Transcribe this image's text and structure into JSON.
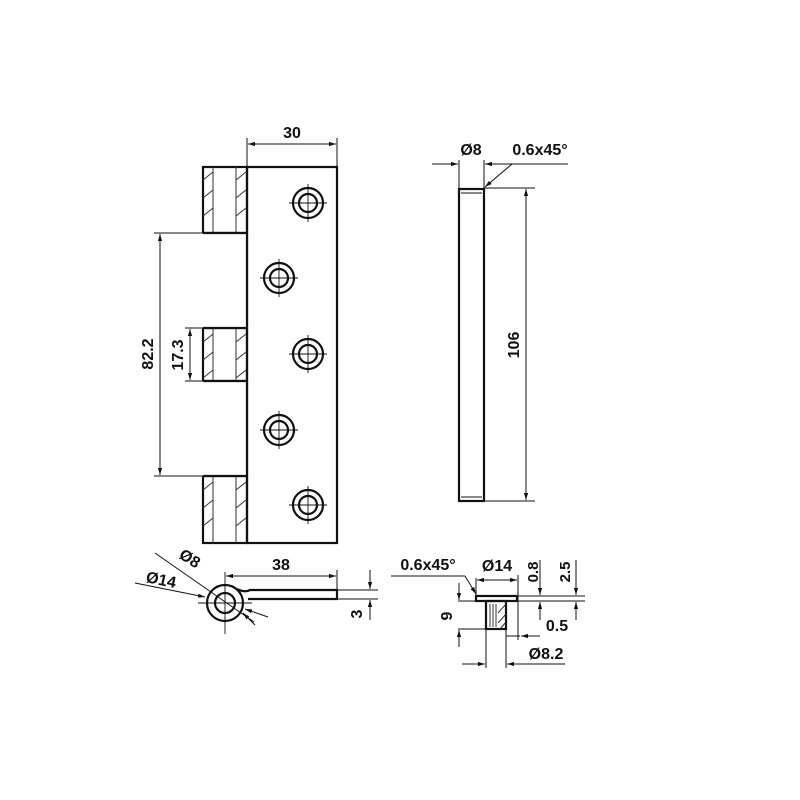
{
  "drawing": {
    "title": "Hinge technical drawing",
    "background": "#ffffff",
    "line_color": "#111111"
  },
  "hinge_front_view": {
    "width_label": "30",
    "opening_height_label": "82.2",
    "knuckle_height_label": "17.3",
    "screw_holes": 5
  },
  "pin_view": {
    "diameter_label": "Ø8",
    "chamfer_label": "0.6x45°",
    "length_label": "106"
  },
  "hinge_top_view": {
    "inner_diameter_label": "Ø8",
    "outer_diameter_label": "Ø14",
    "leaf_length_label": "38",
    "leaf_thickness_label": "3"
  },
  "bushing_view": {
    "chamfer_label": "0.6x45°",
    "flange_diameter_label": "Ø14",
    "flange_thickness_label": "0.8",
    "total_flange_label": "2.5",
    "height_label": "9",
    "gap_label": "0.5",
    "body_diameter_label": "Ø8.2"
  }
}
